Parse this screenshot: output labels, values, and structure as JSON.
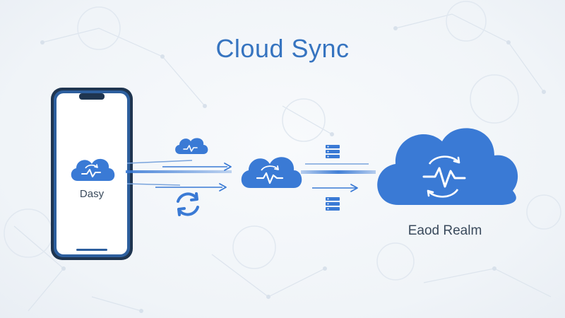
{
  "title": "Cloud Sync",
  "device": {
    "label": "Dasy"
  },
  "destination": {
    "label": "Eaod Realm"
  },
  "colors": {
    "accent": "#3a7ad5",
    "title": "#3674c0",
    "phone_frame": "#2d5f9e",
    "label_text": "#3a4a5c",
    "background": "#f3f6fa"
  },
  "icons": [
    "smartphone-icon",
    "cloud-sync-icon",
    "refresh-icon",
    "server-stack-icon",
    "arrow-right-icon"
  ]
}
